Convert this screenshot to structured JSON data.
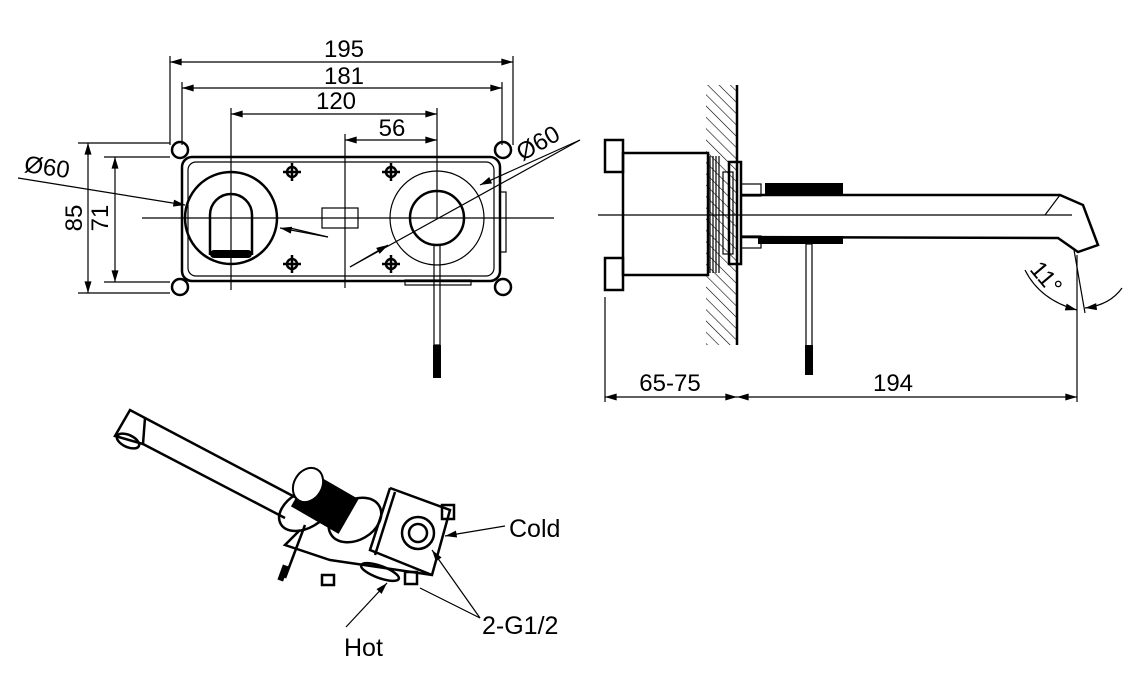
{
  "front_view": {
    "dim_overall_width": "195",
    "dim_plate_width": "181",
    "dim_center_distance": "120",
    "dim_offset": "56",
    "dim_overall_height": "85",
    "dim_plate_height": "71",
    "dia_left": "Ø60",
    "dia_right": "Ø60"
  },
  "side_view": {
    "dim_wall_depth": "65-75",
    "dim_spout_projection": "194",
    "angle": "11°"
  },
  "iso_view": {
    "label_cold": "Cold",
    "label_hot": "Hot",
    "label_thread": "2-G1/2"
  }
}
